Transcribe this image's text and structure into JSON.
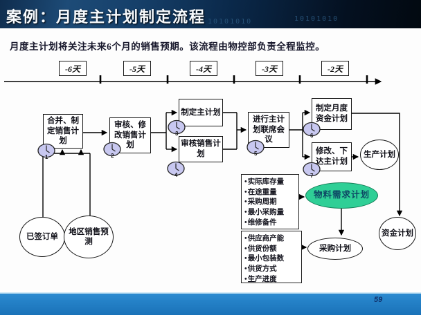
{
  "slide": {
    "title": "案例：月度主计划制定流程",
    "subtitle": "月度主计划将关注未来6个月的销售预期。该流程由物控部负责全程监控。",
    "watermarks": [
      "10101010",
      "10101010"
    ],
    "page_number": "59",
    "colors": {
      "header_bg": "#16406a",
      "footer_bg": "#1b79c1",
      "clock_fill": "#c8c8f0",
      "mrp_ellipse_fill": "#2fcf96"
    }
  },
  "timeline": {
    "labels": [
      "-6天",
      "-5天",
      "-4天",
      "-3天",
      "-2天"
    ]
  },
  "flowchart": {
    "boxes": [
      {
        "label": "合并、制定销售计划"
      },
      {
        "label": "审核、修改销售计划"
      },
      {
        "label": "制定主计划"
      },
      {
        "label": "审核销售计划"
      },
      {
        "label": "进行主计划联席会议"
      },
      {
        "label": "制定月度资金计划"
      },
      {
        "label": "修改、下达主计划"
      }
    ],
    "ellipses": [
      {
        "label": "已签订单"
      },
      {
        "label": "地区销售预测"
      },
      {
        "label": "生产计划"
      },
      {
        "label": "资金计划"
      },
      {
        "label": "采购计划"
      },
      {
        "label": "物料需求计划"
      }
    ],
    "lists": [
      {
        "items": [
          "实际库存量",
          "在途重量",
          "采购周期",
          "最小采购量",
          "维修备件"
        ]
      },
      {
        "items": [
          "供应商产能",
          "供货份额",
          "最小包装数",
          "供货方式",
          "生产进度"
        ]
      }
    ],
    "clocks": [
      "1",
      "2",
      "3",
      "4",
      "5",
      "6",
      "7"
    ]
  }
}
